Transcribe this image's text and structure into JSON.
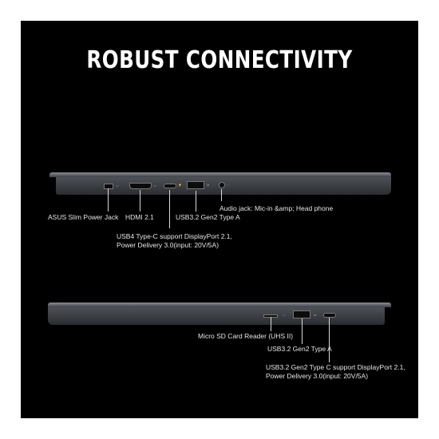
{
  "title": "ROBUST CONNECTIVITY",
  "left_side": {
    "power_jack": "ASUS Slim Power Jack",
    "hdmi": "HDMI 2.1",
    "usb4": "USB4 Type-C support DisplayPort 2.1, Power Delivery 3.0(input: 20V/5A)",
    "usb32_typea": "USB3.2 Gen2 Type A",
    "audio": "Audio jack: Mic-in &amp; Head phone"
  },
  "right_side": {
    "sd_reader": "Micro SD Card Reader (UHS II)",
    "usb32_typea": "USB3.2 Gen2 Type A",
    "usb32_typec": "USB3.2 Gen2 Type C support DisplayPort 2.1, Power Delivery 3.0(input: 20V/5A)"
  },
  "colors": {
    "background": "#000000",
    "text": "#ffffff",
    "chassis": "#45484d"
  }
}
